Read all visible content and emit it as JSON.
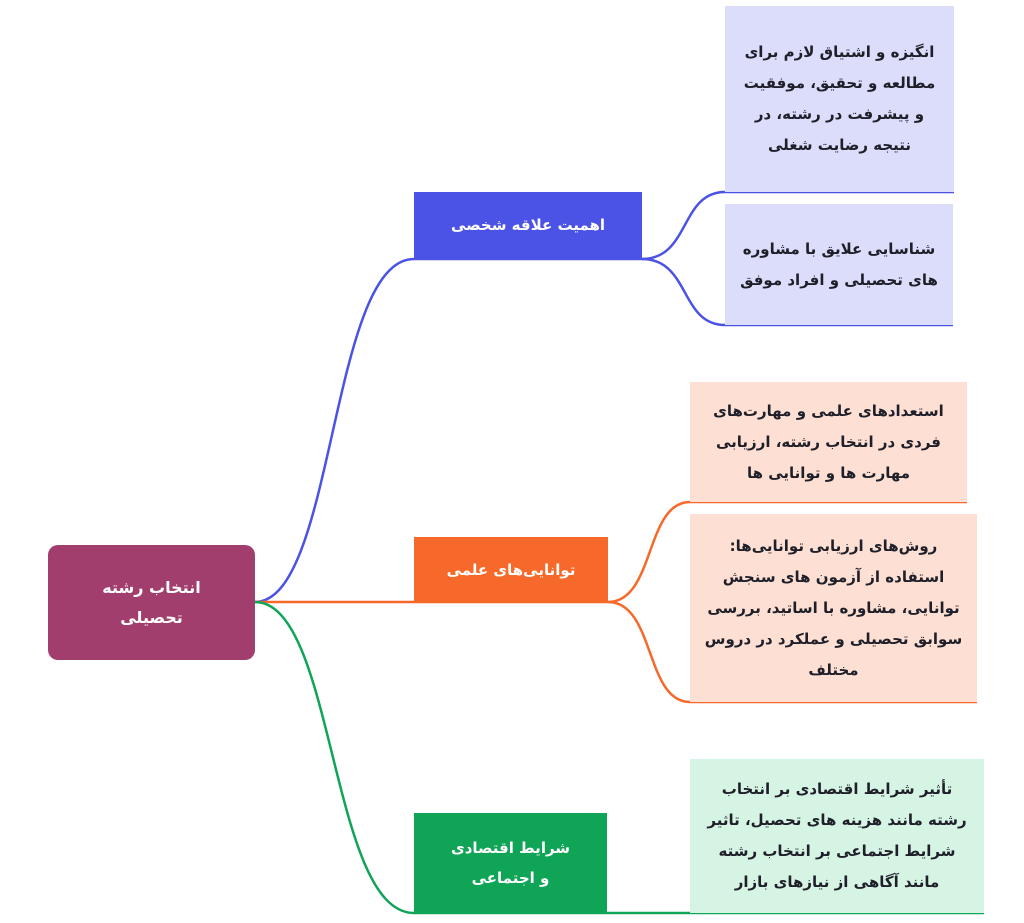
{
  "root": {
    "label": "انتخاب رشته تحصیلی",
    "color": "#a23e6e"
  },
  "branches": [
    {
      "label": "اهمیت علاقه شخصی",
      "color": "#4b52e6",
      "leaf_fill": "#dcdcfb",
      "leaves": [
        "انگیزه و اشتیاق لازم برای مطالعه و تحقیق، موفقیت و پیشرفت در رشته، در نتیجه رضایت شغلی",
        "شناسایی علایق با مشاوره های تحصیلی و افراد موفق"
      ]
    },
    {
      "label": "توانایی‌های علمی",
      "color": "#f6692a",
      "leaf_fill": "#fde0d3",
      "leaves": [
        "استعدادهای علمی و مهارت‌های فردی در انتخاب رشته، ارزیابی مهارت ها و توانایی ها",
        "روش‌های ارزیابی توانایی‌ها: استفاده از آزمون های سنجش توانایی، مشاوره با اساتید، بررسی سوابق تحصیلی و عملکرد در دروس مختلف"
      ]
    },
    {
      "label": "شرایط اقتصادی و اجتماعی",
      "color": "#10a457",
      "leaf_fill": "#d6f4e4",
      "leaves": [
        "تأثیر شرایط اقتصادی بر انتخاب رشته مانند هزینه های تحصیل، تاثیر شرایط اجتماعی بر انتخاب رشته مانند آگاهی از نیازهای بازار"
      ]
    }
  ]
}
